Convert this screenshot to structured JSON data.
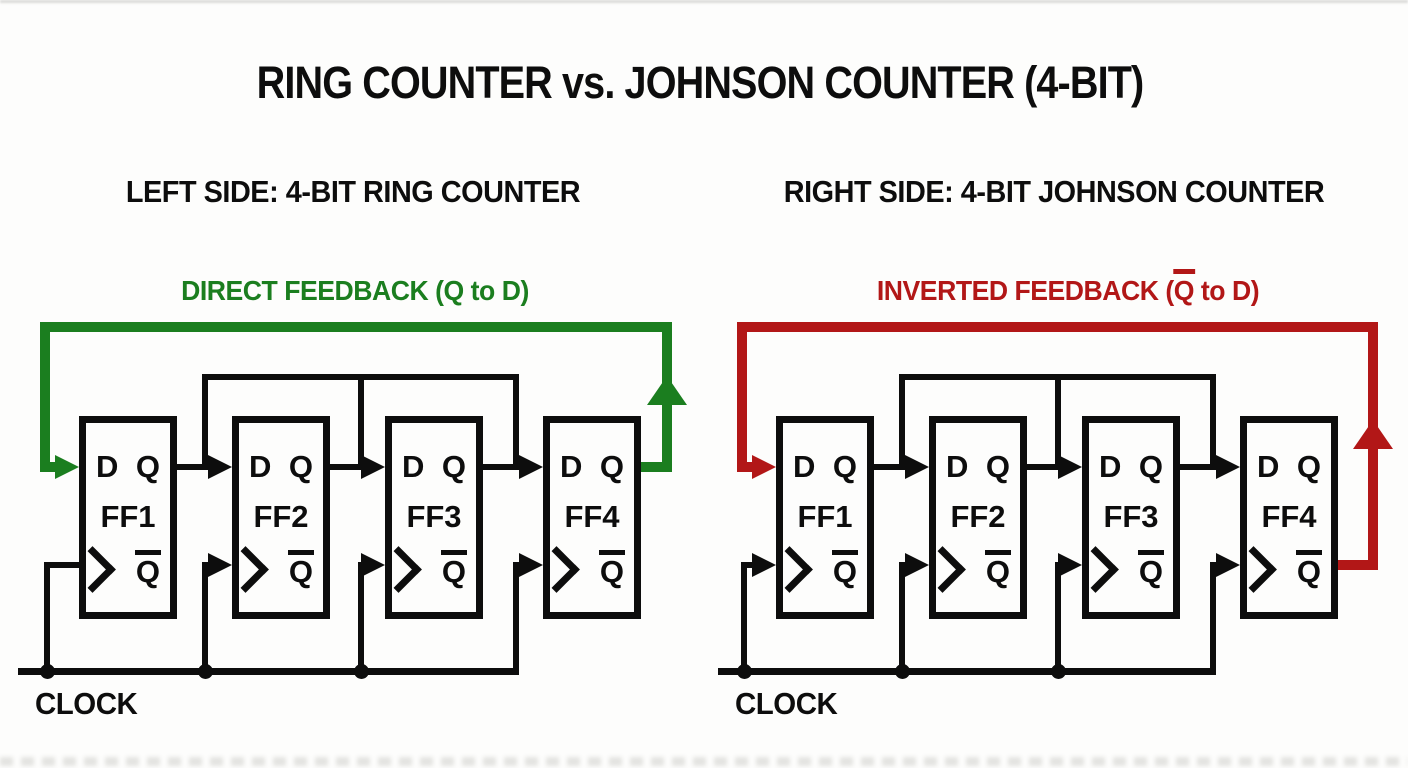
{
  "title": "RING COUNTER vs. JOHNSON COUNTER (4-BIT)",
  "colors": {
    "background": "#fdfdfc",
    "wire_black": "#0d0d0d",
    "ring_feedback_green": "#1b7e1f",
    "johnson_feedback_red": "#b21717"
  },
  "left": {
    "header": "LEFT SIDE: 4-BIT RING COUNTER",
    "feedback": {
      "label": "DIRECT FEEDBACK (Q to D)",
      "color": "#1b7e1f"
    },
    "clock_label": "CLOCK",
    "flipflops": [
      {
        "name": "FF1",
        "d": "D",
        "q": "Q",
        "qbar": "Q"
      },
      {
        "name": "FF2",
        "d": "D",
        "q": "Q",
        "qbar": "Q"
      },
      {
        "name": "FF3",
        "d": "D",
        "q": "Q",
        "qbar": "Q"
      },
      {
        "name": "FF4",
        "d": "D",
        "q": "Q",
        "qbar": "Q"
      }
    ]
  },
  "right": {
    "header": "RIGHT SIDE: 4-BIT JOHNSON COUNTER",
    "feedback": {
      "label_prefix": "INVERTED FEEDBACK (",
      "qbar": "Q",
      "label_suffix": " to D)",
      "color": "#b21717"
    },
    "clock_label": "CLOCK",
    "flipflops": [
      {
        "name": "FF1",
        "d": "D",
        "q": "Q",
        "qbar": "Q"
      },
      {
        "name": "FF2",
        "d": "D",
        "q": "Q",
        "qbar": "Q"
      },
      {
        "name": "FF3",
        "d": "D",
        "q": "Q",
        "qbar": "Q"
      },
      {
        "name": "FF4",
        "d": "D",
        "q": "Q",
        "qbar": "Q"
      }
    ]
  }
}
